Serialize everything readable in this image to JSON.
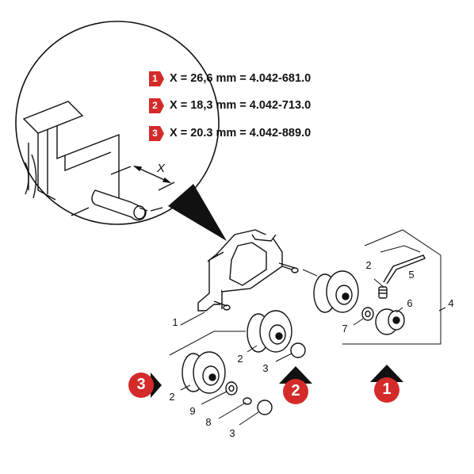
{
  "specs": [
    {
      "badge": "1",
      "text": "X = 26,6 mm = 4.042-681.0"
    },
    {
      "badge": "2",
      "text": "X = 18,3 mm = 4.042-713.0"
    },
    {
      "badge": "3",
      "text": "X = 20.3 mm = 4.042-889.0"
    }
  ],
  "dimension_label": "X",
  "callouts": {
    "c1": "1",
    "c2a": "2",
    "c2b": "2",
    "c2c": "2",
    "c3a": "3",
    "c3b": "3",
    "c4": "4",
    "c5": "5",
    "c6": "6",
    "c7": "7",
    "c8": "8",
    "c9": "9"
  },
  "variant_badges": {
    "v1": "1",
    "v2": "2",
    "v3": "3"
  },
  "colors": {
    "badge_red": "#d42a2a",
    "line": "#111111"
  }
}
